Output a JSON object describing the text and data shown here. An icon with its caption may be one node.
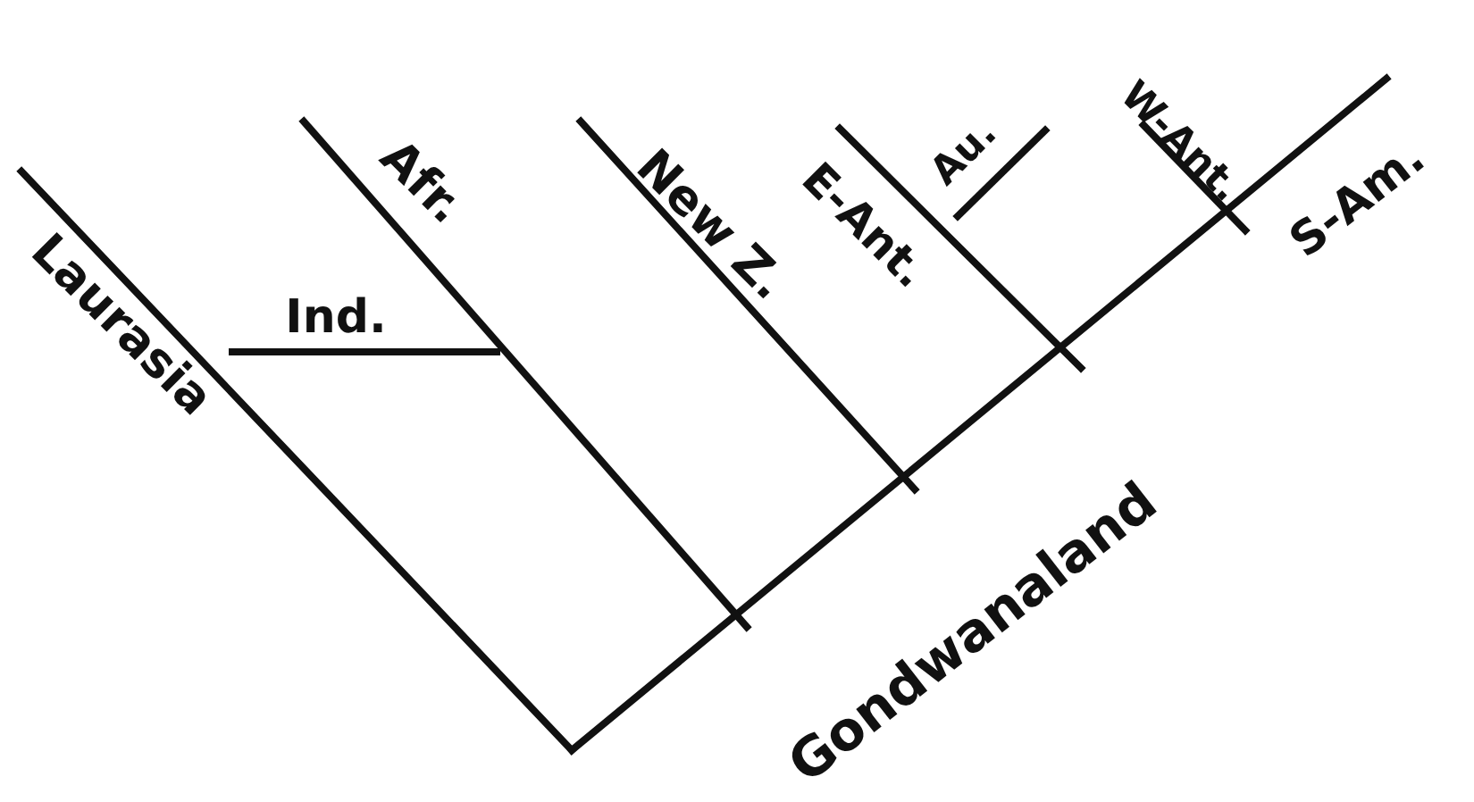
{
  "diagram": {
    "labels": [
      "Laurasia",
      "Ind.",
      "Afr.",
      "New Z.",
      "E-Ant.",
      "Au.",
      "W-Ant.",
      "S-Am.",
      "Gondwanaland"
    ]
  }
}
